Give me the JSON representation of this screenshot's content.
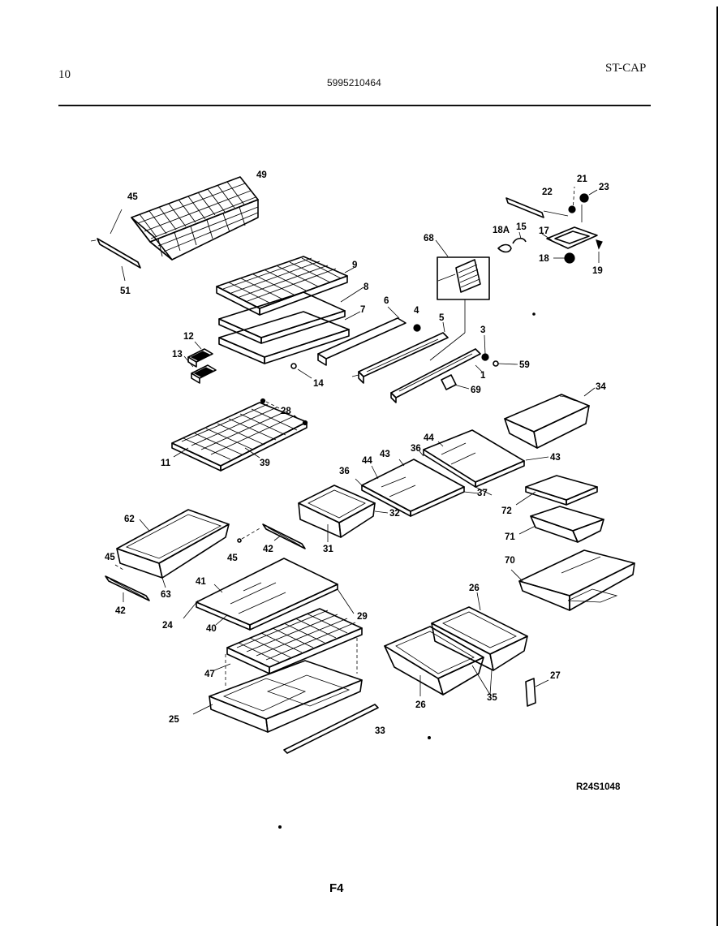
{
  "header": {
    "page_number": "10",
    "model_number": "5995210464",
    "section_code": "ST-CAP"
  },
  "footer": {
    "drawing_id": "R24S1048",
    "figure_label": "F4"
  },
  "callouts": {
    "c1": "1",
    "c3": "3",
    "c4": "4",
    "c5": "5",
    "c6": "6",
    "c7": "7",
    "c8": "8",
    "c9": "9",
    "c11": "11",
    "c12": "12",
    "c13": "13",
    "c14": "14",
    "c15": "15",
    "c17": "17",
    "c18": "18",
    "c18a": "18A",
    "c19": "19",
    "c21": "21",
    "c22": "22",
    "c23": "23",
    "c24": "24",
    "c25": "25",
    "c26a": "26",
    "c26b": "26",
    "c27": "27",
    "c28": "28",
    "c29": "29",
    "c31": "31",
    "c32": "32",
    "c33": "33",
    "c34": "34",
    "c35": "35",
    "c36a": "36",
    "c36b": "36",
    "c37": "37",
    "c39": "39",
    "c40": "40",
    "c41": "41",
    "c42a": "42",
    "c42b": "42",
    "c43a": "43",
    "c43b": "43",
    "c44a": "44",
    "c44b": "44",
    "c45a": "45",
    "c45b": "45",
    "c45c": "45",
    "c47": "47",
    "c49": "49",
    "c51": "51",
    "c59": "59",
    "c62": "62",
    "c63": "63",
    "c68": "68",
    "c69": "69",
    "c70": "70",
    "c71": "71",
    "c72": "72"
  }
}
